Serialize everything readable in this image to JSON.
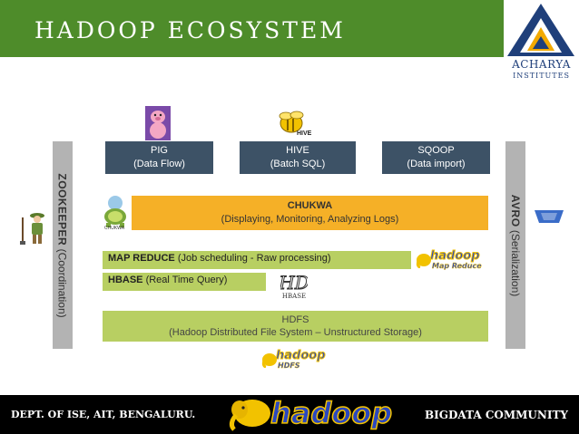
{
  "header": {
    "title": "HADOOP ECOSYSTEM",
    "logo_line1": "ACHARYA",
    "logo_line2": "INSTITUTES"
  },
  "top_boxes": [
    {
      "title": "PIG",
      "subtitle": "(Data Flow)"
    },
    {
      "title": "HIVE",
      "subtitle": "(Batch SQL)"
    },
    {
      "title": "SQOOP",
      "subtitle": "(Data import)"
    }
  ],
  "left_bar": {
    "name": "ZOOKEEPER",
    "role": "(Coordination)"
  },
  "right_bar": {
    "name": "AVRO",
    "role": "(Serialization)"
  },
  "chukwa": {
    "title": "CHUKWA",
    "subtitle": "(Displaying, Monitoring, Analyzing Logs)"
  },
  "mapreduce": {
    "name": "MAP REDUCE",
    "desc": "(Job scheduling  - Raw processing)"
  },
  "hbase": {
    "name": "HBASE",
    "desc": "(Real Time Query)",
    "logo_text": "HBASE"
  },
  "hdfs": {
    "title": "HDFS",
    "subtitle": "(Hadoop Distributed File System – Unstructured Storage)"
  },
  "logos": {
    "hive_tag": "HIVE",
    "hadoop_mr_line1": "hadoop",
    "hadoop_mr_line2": "Map Reduce",
    "hadoop_hdfs_line1": "hadoop",
    "hadoop_hdfs_line2": "HDFS",
    "chukwa_tag": "CHUKWA",
    "footer_hadoop": "hadoop"
  },
  "footer": {
    "left": "DEPT. OF ISE, AIT, BENGALURU.",
    "right": "BIGDATA COMMUNITY"
  },
  "colors": {
    "header_green": "#4e8c2a",
    "dark_box": "#3d5266",
    "side_bar": "#b3b3b3",
    "chukwa_orange": "#f5b027",
    "layer_green": "#b8cf62",
    "hadoop_blue": "#2a47c0",
    "hadoop_yellow": "#f2c200"
  }
}
